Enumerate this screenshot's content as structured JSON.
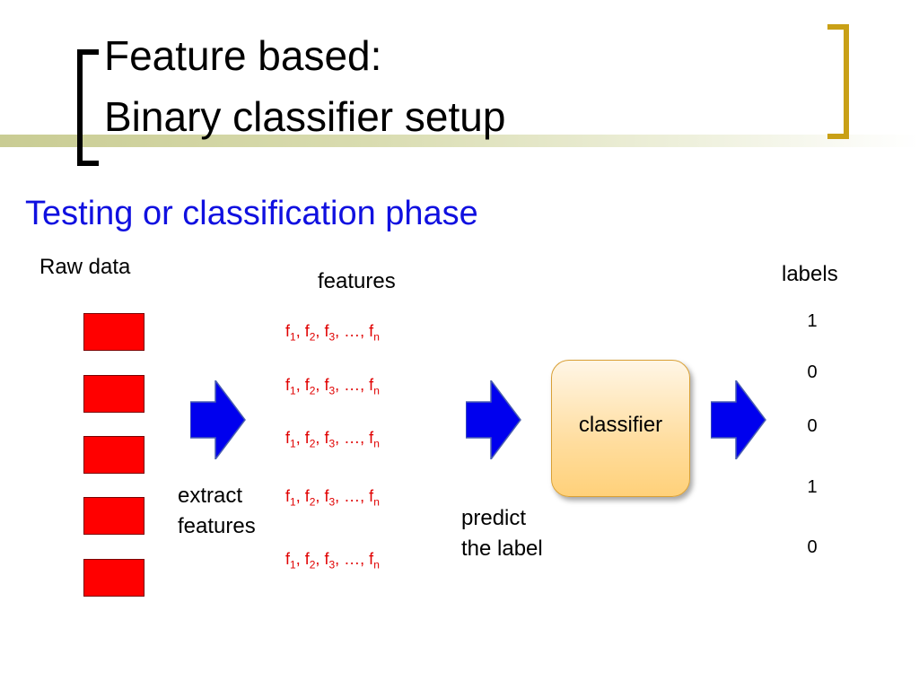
{
  "title": {
    "line1": "Feature based:",
    "line2": "Binary classifier setup"
  },
  "subtitle": "Testing or classification phase",
  "raw_data": {
    "label": "Raw data",
    "count": 5
  },
  "features": {
    "header": "features",
    "rows": [
      {
        "f": "f",
        "s1": "1",
        "s2": "2",
        "s3": "3",
        "dots": "…",
        "sn": "n"
      },
      {
        "f": "f",
        "s1": "1",
        "s2": "2",
        "s3": "3",
        "dots": "…",
        "sn": "n"
      },
      {
        "f": "f",
        "s1": "1",
        "s2": "2",
        "s3": "3",
        "dots": "…",
        "sn": "n"
      },
      {
        "f": "f",
        "s1": "1",
        "s2": "2",
        "s3": "3",
        "dots": "…",
        "sn": "n"
      },
      {
        "f": "f",
        "s1": "1",
        "s2": "2",
        "s3": "3",
        "dots": "…",
        "sn": "n"
      }
    ]
  },
  "extract": {
    "line1": "extract",
    "line2": "features"
  },
  "predict": {
    "line1": "predict",
    "line2": "the label"
  },
  "classifier": {
    "label": "classifier"
  },
  "labels": {
    "header": "labels",
    "values": [
      "1",
      "0",
      "0",
      "1",
      "0"
    ]
  },
  "colors": {
    "arrow": "#0000ee",
    "raw_box": "#ff0000",
    "feature_text": "#e00000",
    "subtitle": "#1010e0",
    "accent_bracket": "#c9a016"
  },
  "icons": {
    "arrow": "right-arrow-icon"
  }
}
